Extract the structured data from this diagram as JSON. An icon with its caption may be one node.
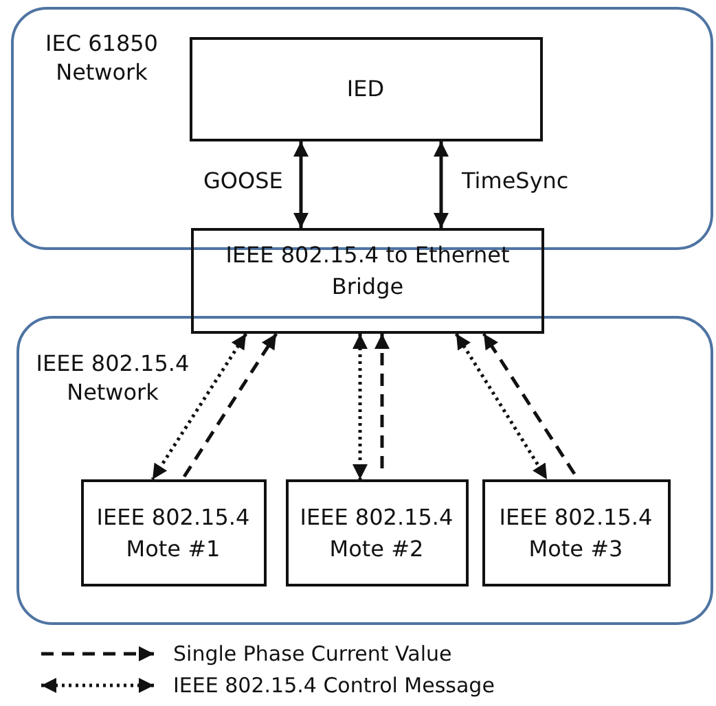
{
  "diagram": {
    "nodes": [
      {
        "text": [
          "IEC 61850 Network"
        ]
      },
      {
        "text": [
          "IED"
        ],
        "in": 0
      },
      {
        "text": [
          "IEEE 802.15.4 to Ethernet Bridge"
        ]
      },
      {
        "text": [
          "IEEE 802.15.4 Network"
        ]
      },
      {
        "text": [
          "IEEE 802.15.4 Mote #1"
        ],
        "in": 3
      },
      {
        "text": [
          "IEEE 802.15.4 Mote #2"
        ],
        "in": 3
      },
      {
        "text": [
          "IEEE 802.15.4 Mote #3"
        ],
        "in": 3
      }
    ],
    "edges": [
      {
        "from": 1,
        "to": 2,
        "arrow": "both",
        "label": "GOOSE"
      },
      {
        "from": 1,
        "to": 2,
        "arrow": "both",
        "label": "TimeSync"
      },
      {
        "from": 2,
        "to": 4,
        "arrow": "both",
        "style": "dashed"
      },
      {
        "from": 4,
        "to": 2,
        "arrow": "to",
        "style": "dashed"
      },
      {
        "from": 2,
        "to": 5,
        "arrow": "both",
        "style": "dashed"
      },
      {
        "from": 5,
        "to": 2,
        "arrow": "to",
        "style": "dashed"
      },
      {
        "from": 2,
        "to": 6,
        "arrow": "both",
        "style": "dashed"
      },
      {
        "from": 6,
        "to": 2,
        "arrow": "to",
        "style": "dashed"
      }
    ],
    "legend": [
      {
        "text": "Single Phase Current Value"
      },
      {
        "text": "IEEE 802.15.4 Control Message"
      }
    ]
  }
}
